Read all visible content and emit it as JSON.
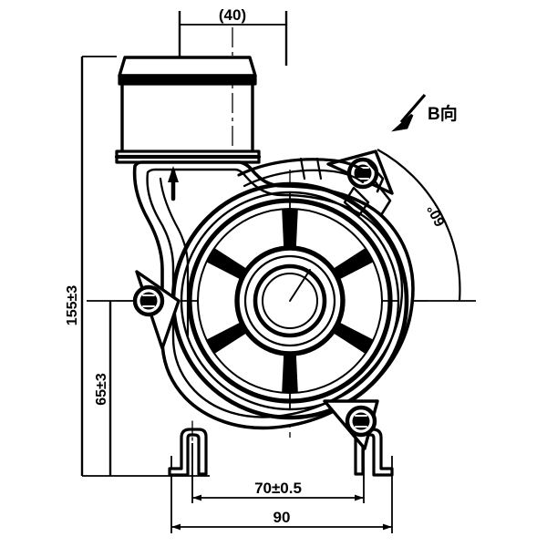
{
  "drawing": {
    "type": "engineering-technical-drawing",
    "subject": "centrifugal blower / pump volute housing - front elevation view",
    "line_color": "#000000",
    "background_color": "#ffffff",
    "units": "mm"
  },
  "dimensions": {
    "inlet_width": {
      "label": "(40)",
      "value": 40,
      "bracketed": true,
      "orientation": "horizontal",
      "position": "top"
    },
    "overall_height": {
      "label": "155±3",
      "value": 155,
      "tolerance": "±3",
      "orientation": "vertical",
      "position": "left-outer"
    },
    "axis_height": {
      "label": "65±3",
      "value": 65,
      "tolerance": "±3",
      "orientation": "vertical",
      "position": "left-inner"
    },
    "hole_pitch": {
      "label": "70±0.5",
      "value": 70,
      "tolerance": "±0.5",
      "orientation": "horizontal",
      "position": "bottom-inner"
    },
    "overall_width": {
      "label": "90",
      "value": 90,
      "orientation": "horizontal",
      "position": "bottom-outer"
    },
    "outlet_angle": {
      "label": "60°",
      "value": 60,
      "orientation": "arc",
      "position": "right"
    }
  },
  "annotations": {
    "view_direction": {
      "label": "B向",
      "meaning": "view direction B",
      "arrow": "arrow-down-left"
    },
    "flow_arrow": {
      "label": "",
      "name": "inlet-flow-arrow",
      "direction": "up"
    }
  },
  "features": {
    "inlet_neck": "cylindrical suction inlet with flared collar at top",
    "volute": "spiral scroll housing",
    "fan_guard": "six-spoke circular guard over impeller",
    "hub": "central concentric hub rings",
    "mounting_lug_left": "triangular lug with hex bolt",
    "mounting_lug_right": "triangular lug with hex bolt",
    "mounting_lug_top": "triangular lug with hex bolt",
    "feet": "two L-shaped mounting feet at base"
  }
}
